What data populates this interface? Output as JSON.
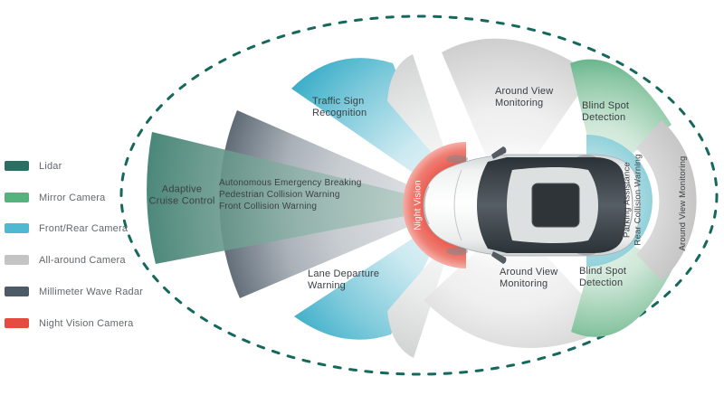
{
  "legend": {
    "items": [
      {
        "label": "Lidar",
        "color": "#2d6e62"
      },
      {
        "label": "Mirror Camera",
        "color": "#57b37d"
      },
      {
        "label": "Front/Rear Camera",
        "color": "#4fb9d2"
      },
      {
        "label": "All-around Camera",
        "color": "#c4c4c4"
      },
      {
        "label": "Millimeter Wave Radar",
        "color": "#4d5a67"
      },
      {
        "label": "Night Vision Camera",
        "color": "#e64b40"
      }
    ]
  },
  "labels": {
    "adaptive_cruise": "Adaptive\nCruise Control",
    "aeb_block": "Autonomous Emergency Breaking\nPedestrian Collision Warning\nFront Collision Warning",
    "traffic_sign": "Traffic Sign\nRecognition",
    "lane_departure": "Lane Departure\nWarning",
    "night_vision": "Night Vision",
    "around_view_top": "Around View\nMonitoring",
    "blind_spot_top": "Blind Spot\nDetection",
    "parking_assist": "Parking Assistance\nRear Collision Warning",
    "around_view_rear": "Around View Monitoring",
    "around_view_bottom": "Around View\nMonitoring",
    "blind_spot_bottom": "Blind Spot\nDetection"
  },
  "colors": {
    "lidar_wedge": "#317767",
    "radar_wedge": "#5a6570",
    "camera_wedge": "#2ea8c5",
    "around_view_wedge": "#c8c8c8",
    "blind_spot_wedge": "#4aa678",
    "night_vision_zone": "#e94c40",
    "parking_zone": "#8fd0da",
    "boundary_dash": "#15685c"
  }
}
